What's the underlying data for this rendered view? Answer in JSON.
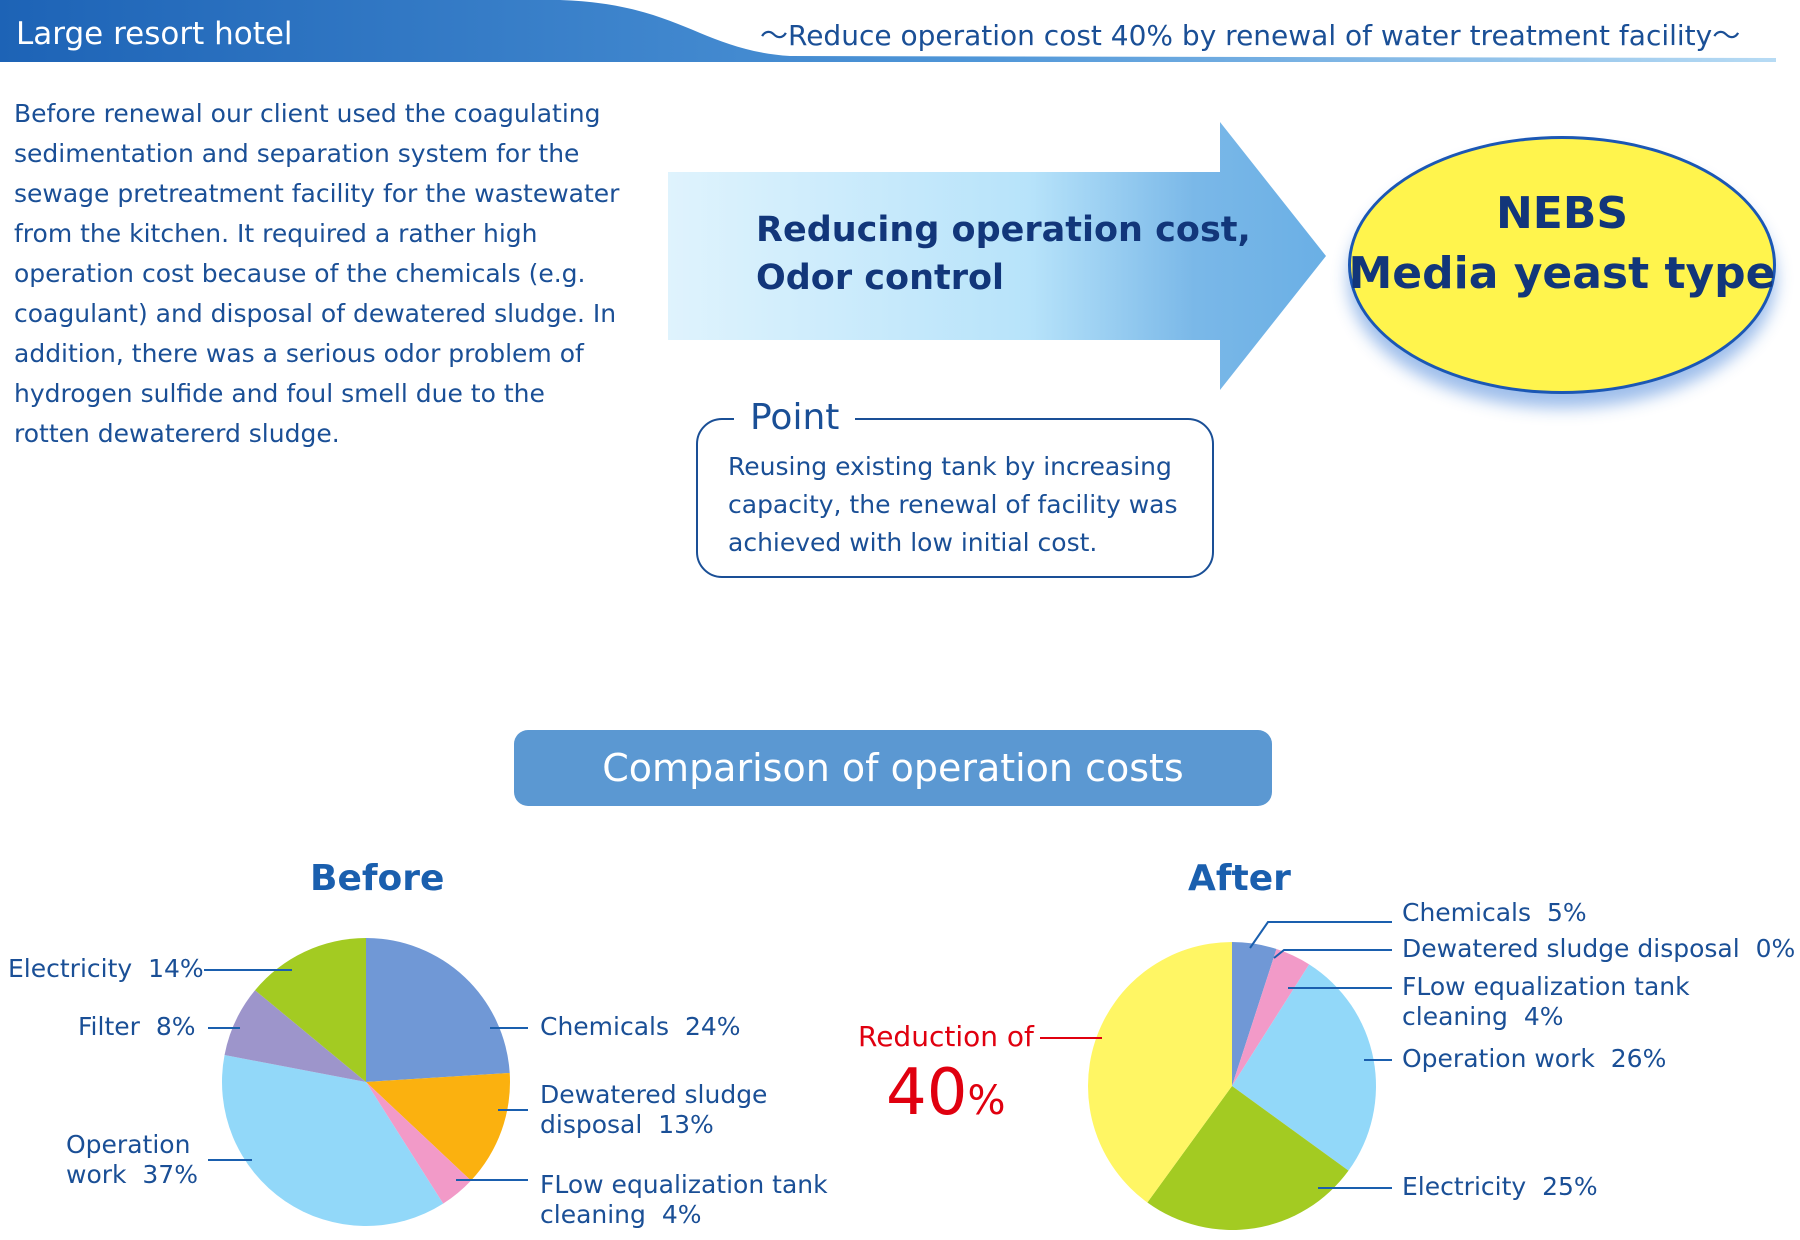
{
  "header": {
    "title": "Large resort hotel",
    "subtitle": "〜Reduce operation cost 40% by renewal of water treatment facility〜"
  },
  "intro": {
    "text": "Before renewal our client used the coagulating sedimentation and separation system for the sewage pretreatment facility for the wastewater from the kitchen. It required a rather high operation cost because of the chemicals (e.g. coagulant) and disposal of dewatered sludge. In addition, there was a serious odor problem of hydrogen sulfide and foul smell due to the rotten dewatererd sludge."
  },
  "arrow": {
    "line1": "Reducing operation cost,",
    "line2": "Odor control"
  },
  "nebs": {
    "line1": "NEBS",
    "line2": "Media yeast type"
  },
  "point": {
    "title": "Point",
    "text": "Reusing existing tank by increasing capacity, the renewal of facility was achieved with low initial cost."
  },
  "comparison_title": "Comparison of operation costs",
  "reduction": {
    "label": "Reduction of",
    "value": "40",
    "unit": "%"
  },
  "colors": {
    "chemicals": "#7098d6",
    "sludge": "#fbb10f",
    "flow": "#f29ac8",
    "operation": "#92d8f9",
    "filter": "#9d95cb",
    "electricity": "#a3cb22",
    "reduction": "#fff664",
    "accent": "#1a4f96",
    "red": "#e0000f"
  },
  "chart_data": [
    {
      "type": "pie",
      "title": "Before",
      "slices": [
        {
          "label": "Chemicals",
          "value": 24,
          "display": "24%",
          "color_key": "chemicals"
        },
        {
          "label": "Dewatered sludge disposal",
          "value": 13,
          "display": "13%",
          "color_key": "sludge"
        },
        {
          "label": "FLow equalization tank cleaning",
          "value": 4,
          "display": "4%",
          "color_key": "flow"
        },
        {
          "label": "Operation work",
          "value": 37,
          "display": "37%",
          "color_key": "operation"
        },
        {
          "label": "Filter",
          "value": 8,
          "display": "8%",
          "color_key": "filter"
        },
        {
          "label": "Electricity",
          "value": 14,
          "display": "14%",
          "color_key": "electricity"
        }
      ]
    },
    {
      "type": "pie",
      "title": "After",
      "slices": [
        {
          "label": "Chemicals",
          "value": 5,
          "display": "5%",
          "color_key": "chemicals"
        },
        {
          "label": "Dewatered sludge disposal",
          "value": 0,
          "display": "0%",
          "color_key": "sludge"
        },
        {
          "label": "FLow equalization tank cleaning",
          "value": 4,
          "display": "4%",
          "color_key": "flow"
        },
        {
          "label": "Operation work",
          "value": 26,
          "display": "26%",
          "color_key": "operation"
        },
        {
          "label": "Electricity",
          "value": 25,
          "display": "25%",
          "color_key": "electricity"
        },
        {
          "label": "Reduction",
          "value": 40,
          "display": "40%",
          "color_key": "reduction"
        }
      ]
    }
  ],
  "labels": {
    "before": {
      "chemicals": {
        "name": "Chemicals",
        "pct": "24%"
      },
      "sludge": {
        "line1": "Dewatered sludge",
        "line2": "disposal",
        "pct": "13%"
      },
      "flow": {
        "line1": "FLow equalization tank",
        "line2": "cleaning",
        "pct": "4%"
      },
      "operation": {
        "line1": "Operation",
        "line2": "work",
        "pct": "37%"
      },
      "filter": {
        "name": "Filter",
        "pct": "8%"
      },
      "electricity": {
        "name": "Electricity",
        "pct": "14%"
      }
    },
    "after": {
      "chemicals": {
        "name": "Chemicals",
        "pct": "5%"
      },
      "sludge": {
        "name": "Dewatered sludge disposal",
        "pct": "0%"
      },
      "flow": {
        "line1": "FLow equalization tank",
        "line2": "cleaning",
        "pct": "4%"
      },
      "operation": {
        "name": "Operation work",
        "pct": "26%"
      },
      "electricity": {
        "name": "Electricity",
        "pct": "25%"
      }
    }
  }
}
